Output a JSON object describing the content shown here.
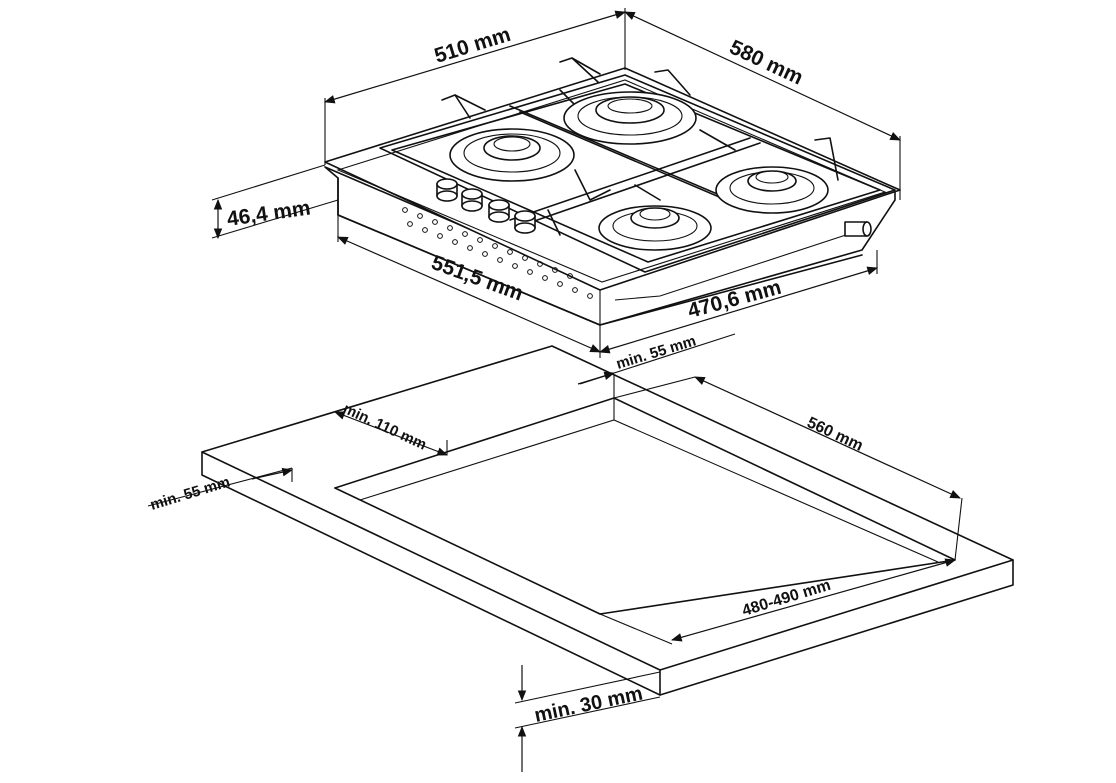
{
  "hob": {
    "width": "510 mm",
    "depth": "580 mm",
    "height": "46,4 mm",
    "bottom_width": "551,5 mm",
    "bottom_depth": "470,6 mm"
  },
  "cutout": {
    "front_clearance": "min. 55 mm",
    "rear_clearance": "min. 110 mm",
    "side_clearance": "min. 55 mm",
    "depth": "560 mm",
    "width": "480-490 mm",
    "worktop_thickness": "min. 30 mm"
  }
}
